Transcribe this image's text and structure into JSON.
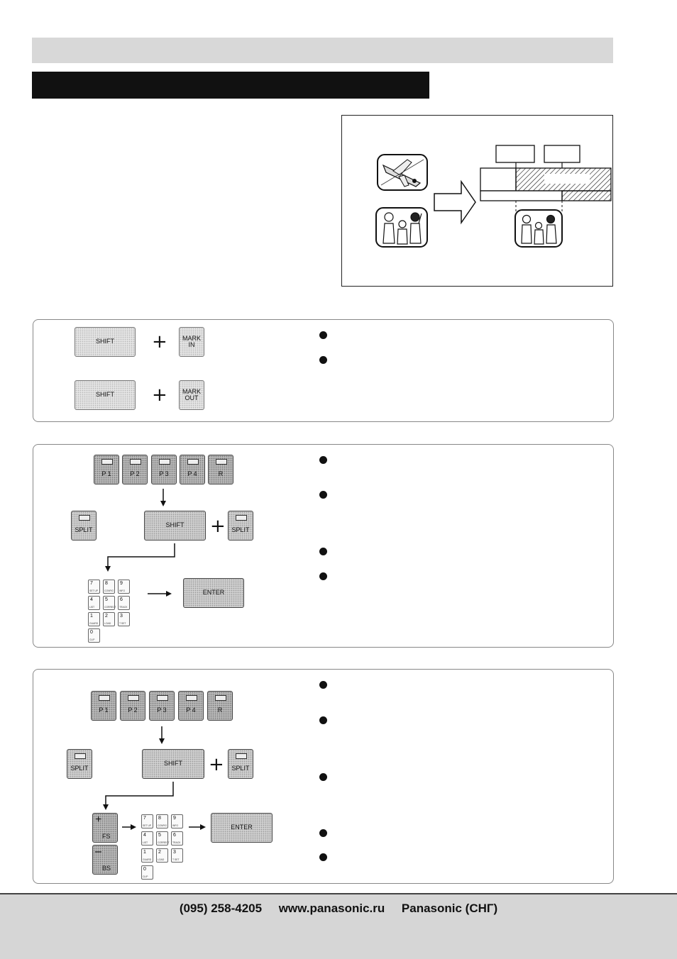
{
  "panel1": {
    "row1": {
      "left_key": "SHIFT",
      "right_key_line1": "MARK",
      "right_key_line2": "IN"
    },
    "row2": {
      "left_key": "SHIFT",
      "right_key_line1": "MARK",
      "right_key_line2": "OUT"
    }
  },
  "panel2": {
    "p_keys": [
      "P 1",
      "P 2",
      "P 3",
      "P 4",
      "R"
    ],
    "split_key": "SPLIT",
    "shift_key": "SHIFT",
    "split_key_right": "SPLIT",
    "enter_key": "ENTER",
    "numpad": [
      {
        "d": "7",
        "s": "SET UP"
      },
      {
        "d": "8",
        "s": "CONFIG"
      },
      {
        "d": "9",
        "s": "INFO"
      },
      {
        "d": "4",
        "s": "LIST"
      },
      {
        "d": "5",
        "s": "CORRECT"
      },
      {
        "d": "6",
        "s": "TRACK"
      },
      {
        "d": "1",
        "s": "GUARD"
      },
      {
        "d": "2",
        "s": "LOAD"
      },
      {
        "d": "3",
        "s": "T SET"
      },
      {
        "d": "0",
        "s": "CLIP"
      }
    ]
  },
  "panel3": {
    "p_keys": [
      "P 1",
      "P 2",
      "P 3",
      "P 4",
      "R"
    ],
    "split_key": "SPLIT",
    "shift_key": "SHIFT",
    "split_key_right": "SPLIT",
    "fs_sign": "+",
    "fs_key": "FS",
    "bs_sign": "–",
    "bs_key": "BS",
    "enter_key": "ENTER",
    "numpad": [
      {
        "d": "7",
        "s": "SET UP"
      },
      {
        "d": "8",
        "s": "CONFIG"
      },
      {
        "d": "9",
        "s": "INFO"
      },
      {
        "d": "4",
        "s": "LIST"
      },
      {
        "d": "5",
        "s": "CORRECT"
      },
      {
        "d": "6",
        "s": "TRACK"
      },
      {
        "d": "1",
        "s": "GUARD"
      },
      {
        "d": "2",
        "s": "LOAD"
      },
      {
        "d": "3",
        "s": "T SET"
      },
      {
        "d": "0",
        "s": "CLIP"
      }
    ]
  },
  "footer": {
    "phone": "(095) 258-4205",
    "website": "www.panasonic.ru",
    "brand": "Panasonic (СНГ)"
  }
}
